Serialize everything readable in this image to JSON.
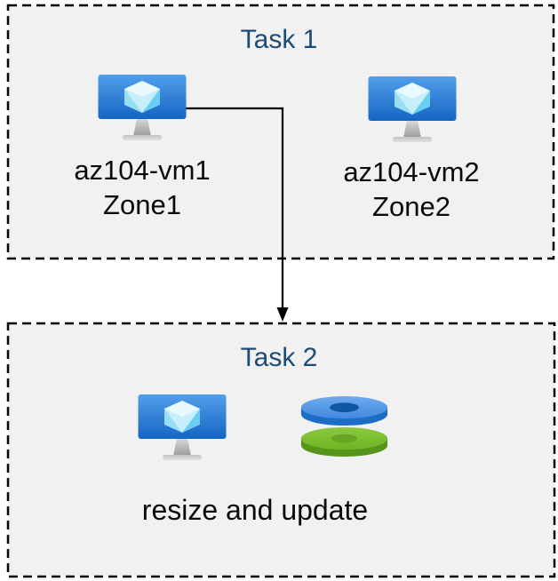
{
  "task1": {
    "title": "Task 1",
    "vms": [
      {
        "name": "az104-vm1",
        "zone": "Zone1",
        "icon": "virtual-machine-icon"
      },
      {
        "name": "az104-vm2",
        "zone": "Zone2",
        "icon": "virtual-machine-icon"
      }
    ]
  },
  "task2": {
    "title": "Task 2",
    "caption": "resize and update",
    "icons": [
      "virtual-machine-icon",
      "managed-disks-icon"
    ]
  },
  "connector": {
    "type": "elbow-arrow-down",
    "from": "az104-vm1",
    "to": "task2-box"
  },
  "colors": {
    "title_text": "#1B4C77",
    "label_text": "#0A0A0A",
    "box_background": "#F1F1F1",
    "box_border": "#000000",
    "arrow": "#000000",
    "vm_screen_top": "#539FE9",
    "vm_screen_bottom": "#1565C4",
    "vm_cube_light": "#E8FAFE",
    "disk_blue_top": "#5A9FE8",
    "disk_blue_side": "#1D6DC6",
    "disk_blue_hole": "#0F57A4",
    "disk_green_top": "#7ABD2E",
    "disk_green_side": "#55951C",
    "disk_green_hole": "#66A622"
  }
}
